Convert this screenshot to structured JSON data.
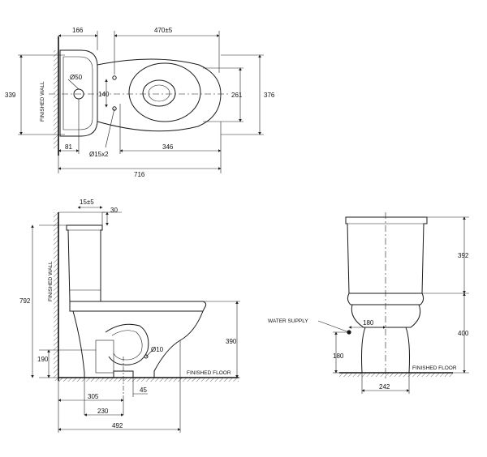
{
  "colors": {
    "line": "#1a1a1a",
    "background": "#ffffff"
  },
  "plan": {
    "dim_166": "166",
    "dim_470": "470±5",
    "dim_339": "339",
    "dim_376": "376",
    "dim_261": "261",
    "dim_140": "140",
    "dim_50": "Ø50",
    "dim_15x2": "Ø15x2",
    "dim_81": "81",
    "dim_346": "346",
    "dim_716": "716",
    "wall_label": "FINISHED WALL"
  },
  "side": {
    "dim_15": "15±5",
    "dim_30": "30",
    "dim_792": "792",
    "dim_390": "390",
    "dim_190": "190",
    "dim_10": "Ø10",
    "dim_45": "45",
    "dim_305": "305",
    "dim_230": "230",
    "dim_492": "492",
    "wall_label": "FINISHED WALL",
    "floor_label": "FINISHED FLOOR"
  },
  "front": {
    "dim_392": "392",
    "dim_400": "400",
    "dim_180a": "180",
    "dim_180b": "180",
    "dim_242": "242",
    "water_supply": "WATER SUPPLY",
    "floor_label": "FINISHED FLOOR"
  }
}
